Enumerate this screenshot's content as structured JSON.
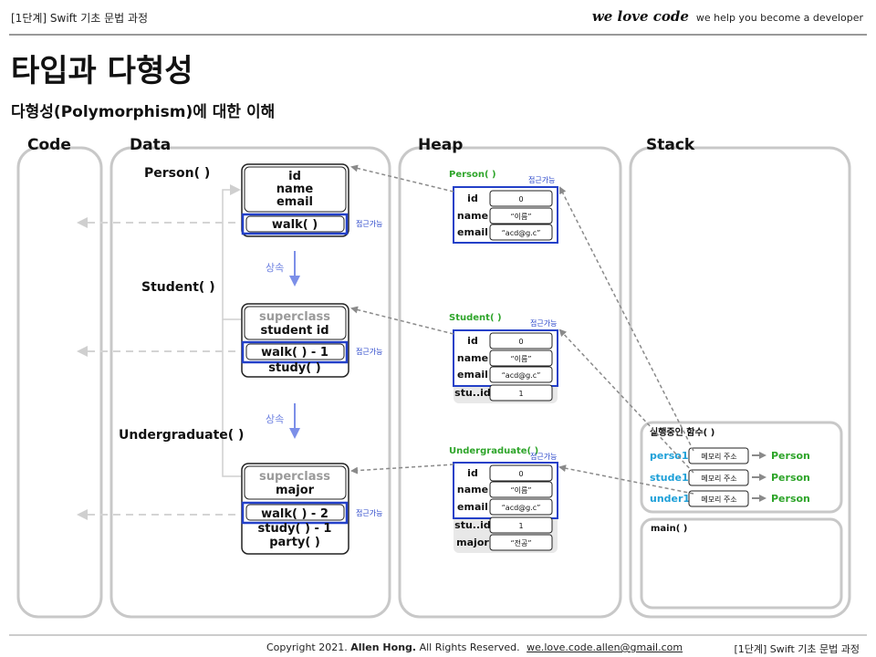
{
  "header": {
    "course": "[1단계] Swift 기초 문법 과정",
    "brand": "we love code",
    "tagline": "we help you become a developer"
  },
  "title": "타입과 다형성",
  "subtitle": "다형성(Polymorphism)에 대한 이해",
  "columns": {
    "code": "Code",
    "data": "Data",
    "heap": "Heap",
    "stack": "Stack"
  },
  "classes": [
    {
      "name": "Person( )",
      "fields": [
        "id",
        "name",
        "email"
      ],
      "methods": [
        "walk( )"
      ],
      "access": "접근가능"
    },
    {
      "name": "Student( )",
      "superclass": "superclass",
      "fields": [
        "student id"
      ],
      "methods": [
        "walk( ) - 1",
        "study( )"
      ],
      "access": "접근가능"
    },
    {
      "name": "Undergraduate( )",
      "superclass": "superclass",
      "fields": [
        "major"
      ],
      "methods": [
        "walk( ) - 2",
        "study( ) - 1",
        "party( )"
      ],
      "access": "접근가능"
    }
  ],
  "inherit_label": "상속",
  "heap": [
    {
      "name": "Person( )",
      "access": "접근가능",
      "rows": [
        {
          "k": "id",
          "v": "0"
        },
        {
          "k": "name",
          "v": "“이름”"
        },
        {
          "k": "email",
          "v": "“acd@g.c”"
        }
      ]
    },
    {
      "name": "Student( )",
      "access": "접근가능",
      "rows": [
        {
          "k": "id",
          "v": "0"
        },
        {
          "k": "name",
          "v": "“이름”"
        },
        {
          "k": "email",
          "v": "“acd@g.c”"
        },
        {
          "k": "stu..id",
          "v": "1"
        }
      ]
    },
    {
      "name": "Undergraduate( )",
      "access": "접근가능",
      "rows": [
        {
          "k": "id",
          "v": "0"
        },
        {
          "k": "name",
          "v": "“이름”"
        },
        {
          "k": "email",
          "v": "“acd@g.c”"
        },
        {
          "k": "stu..id",
          "v": "1"
        },
        {
          "k": "major",
          "v": "“전공”"
        }
      ]
    }
  ],
  "stack": {
    "frame_label": "실행중인 함수( )",
    "vars": [
      {
        "name": "perso1",
        "value": "메모리 주소",
        "type": "Person"
      },
      {
        "name": "stude1",
        "value": "메모리 주소",
        "type": "Person"
      },
      {
        "name": "under1",
        "value": "메모리 주소",
        "type": "Person"
      }
    ],
    "main": "main( )"
  },
  "footer": {
    "copyright": "Copyright 2021.",
    "author": "Allen Hong.",
    "rights": "All Rights Reserved.",
    "email": "we.love.code.allen@gmail.com",
    "course": "[1단계] Swift 기초 문법 과정"
  },
  "colors": {
    "accent_blue": "#2340c8",
    "green": "#2fa52b",
    "cyan": "#1ea0d8",
    "panel_gray": "#c8c8c8",
    "arrow_gray": "#8a8a8a"
  }
}
